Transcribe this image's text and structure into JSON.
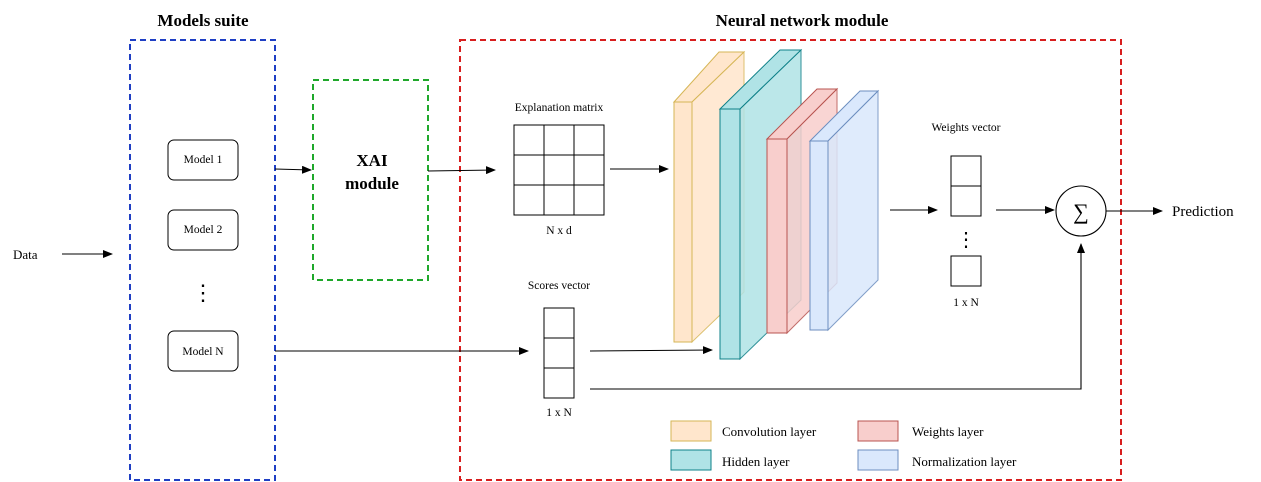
{
  "input_label": "Data",
  "output_label": "Prediction",
  "models_suite": {
    "title": "Models suite",
    "models": [
      "Model 1",
      "Model 2",
      "Model N"
    ],
    "ellipsis": "⋮",
    "border_color": "#1f3fc4"
  },
  "xai_module": {
    "title_line1": "XAI",
    "title_line2": "module",
    "border_color": "#1fa82b"
  },
  "nn_module": {
    "title": "Neural network module",
    "border_color": "#d81e1e"
  },
  "explanation_matrix": {
    "label": "Explanation matrix",
    "dims": "N x d"
  },
  "scores_vector": {
    "label": "Scores vector",
    "dims": "1 x N"
  },
  "weights_vector": {
    "label": "Weights vector",
    "dims": "1 x N",
    "ellipsis": "⋮"
  },
  "sum_symbol": "∑",
  "layers": [
    {
      "name": "Convolution layer",
      "fill": "#ffe6cc",
      "stroke": "#d6b656"
    },
    {
      "name": "Hidden layer",
      "fill": "#b0e3e6",
      "stroke": "#0e8088"
    },
    {
      "name": "Weights layer",
      "fill": "#f8cecc",
      "stroke": "#b85450"
    },
    {
      "name": "Normalization layer",
      "fill": "#dae8fc",
      "stroke": "#6c8ebf"
    }
  ]
}
